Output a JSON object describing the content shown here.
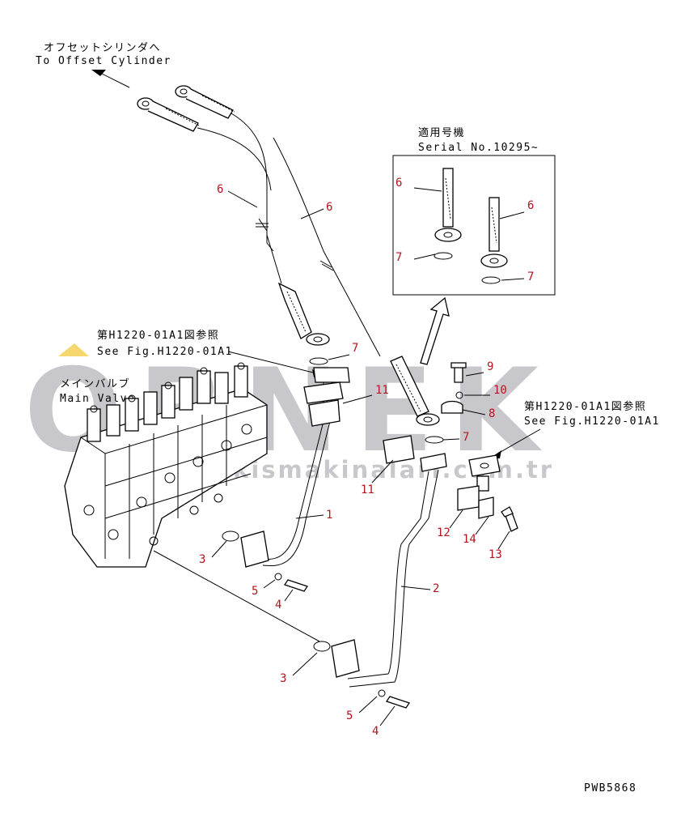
{
  "labels": {
    "offset_jp": "オフセットシリンダへ",
    "offset_en": "To Offset Cylinder",
    "serial_jp": "適用号機",
    "serial_en": "Serial No.10295~",
    "ref_left_jp": "第H1220-01A1図参照",
    "ref_left_en": "See Fig.H1220-01A1",
    "ref_right_jp": "第H1220-01A1図参照",
    "ref_right_en": "See Fig.H1220-01A1",
    "main_valve_jp": "メインバルブ",
    "main_valve_en": "Main Valve",
    "drawing_code": "PWB5868"
  },
  "watermark": {
    "brand": "ORNEK",
    "url": "www.ornekismakinalari.com.tr",
    "color": "#c8c8cc",
    "accent": "#f5d76e"
  },
  "part_numbers": {
    "p1": "1",
    "p2": "2",
    "p3a": "3",
    "p3b": "3",
    "p4a": "4",
    "p4b": "4",
    "p5a": "5",
    "p5b": "5",
    "p6a": "6",
    "p6b": "6",
    "p6c": "6",
    "p6d": "6",
    "p7a": "7",
    "p7b": "7",
    "p7c": "7",
    "p7d": "7",
    "p8": "8",
    "p9": "9",
    "p10": "10",
    "p11a": "11",
    "p11b": "11",
    "p12": "12",
    "p13": "13",
    "p14": "14"
  },
  "colors": {
    "part_number": "#b4141e",
    "line": "#000000"
  }
}
